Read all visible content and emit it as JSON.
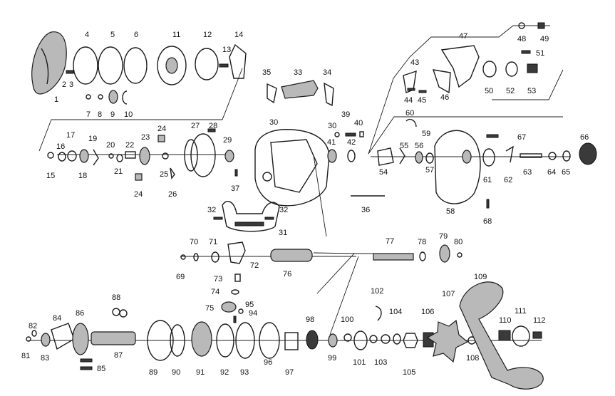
{
  "part_numbers": {
    "p1": "1",
    "p2": "2",
    "p3": "3",
    "p4": "4",
    "p5": "5",
    "p6": "6",
    "p7": "7",
    "p8": "8",
    "p9": "9",
    "p10": "10",
    "p11": "11",
    "p12": "12",
    "p13": "13",
    "p14": "14",
    "p15": "15",
    "p16": "16",
    "p17": "17",
    "p18": "18",
    "p19": "19",
    "p20": "20",
    "p21": "21",
    "p22": "22",
    "p23": "23",
    "p24a": "24",
    "p24b": "24",
    "p25": "25",
    "p26": "26",
    "p27": "27",
    "p28": "28",
    "p29": "29",
    "p30a": "30",
    "p30b": "30",
    "p31": "31",
    "p32a": "32",
    "p32b": "32",
    "p33": "33",
    "p34": "34",
    "p35": "35",
    "p36": "36",
    "p37": "37",
    "p39": "39",
    "p40": "40",
    "p41": "41",
    "p42": "42",
    "p43": "43",
    "p44": "44",
    "p45": "45",
    "p46": "46",
    "p47": "47",
    "p48": "48",
    "p49": "49",
    "p50": "50",
    "p51": "51",
    "p52": "52",
    "p53": "53",
    "p54": "54",
    "p55": "55",
    "p56": "56",
    "p57": "57",
    "p58": "58",
    "p59": "59",
    "p60": "60",
    "p61": "61",
    "p62": "62",
    "p63": "63",
    "p64": "64",
    "p65": "65",
    "p66": "66",
    "p67": "67",
    "p68": "68",
    "p69": "69",
    "p70": "70",
    "p71": "71",
    "p72": "72",
    "p73": "73",
    "p74": "74",
    "p75": "75",
    "p76": "76",
    "p77": "77",
    "p78": "78",
    "p79": "79",
    "p80": "80",
    "p81": "81",
    "p82": "82",
    "p83": "83",
    "p84": "84",
    "p85": "85",
    "p86": "86",
    "p87": "87",
    "p88": "88",
    "p89": "89",
    "p90": "90",
    "p91": "91",
    "p92": "92",
    "p93": "93",
    "p94": "94",
    "p95": "95",
    "p96": "96",
    "p97": "97",
    "p98": "98",
    "p99": "99",
    "p100": "100",
    "p101": "101",
    "p102": "102",
    "p103": "103",
    "p104": "104",
    "p105": "105",
    "p106": "106",
    "p107": "107",
    "p108": "108",
    "p109": "109",
    "p110": "110",
    "p111": "111",
    "p112": "112"
  }
}
